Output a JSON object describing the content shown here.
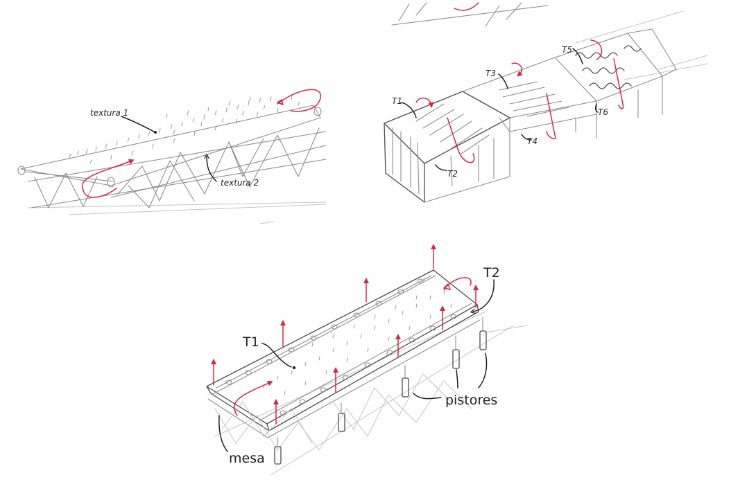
{
  "labels": {
    "top_left": {
      "texture1": "textura 1",
      "texture2": "textura 2"
    },
    "top_right": {
      "t1": "T1",
      "t2": "T2",
      "t3": "T3",
      "t4": "T4",
      "t5": "T5",
      "t6": "T6"
    },
    "bottom": {
      "t1": "T1",
      "t2": "T2",
      "pistons": "pistores",
      "table": "mesa"
    }
  },
  "colors": {
    "pencil": "#8d8d8d",
    "ink": "#1e1e1e",
    "accent_red": "#d7263d"
  }
}
